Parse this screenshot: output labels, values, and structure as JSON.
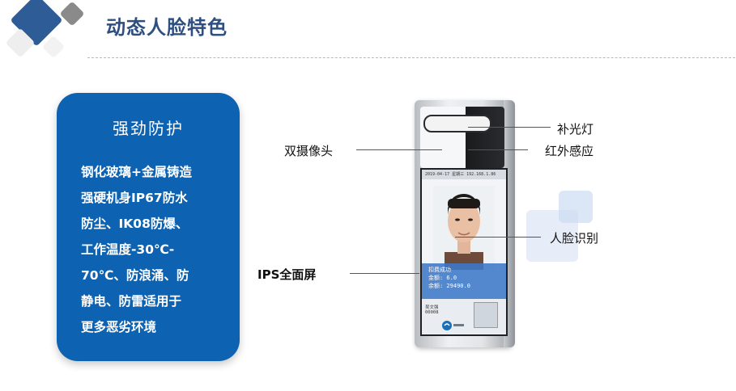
{
  "header": {
    "title": "动态人脸特色"
  },
  "feature_panel": {
    "title": "强劲防护",
    "lines": [
      "钢化玻璃+金属铸造",
      "强硬机身IP67防水",
      "防尘、IK08防爆、",
      "工作温度-30℃-",
      "70℃、防浪涌、防",
      "静电、防雷适用于",
      "更多恶劣环境"
    ]
  },
  "callouts": {
    "dual_camera": "双摄像头",
    "fill_light": "补光灯",
    "infrared": "红外感应",
    "face_recognition": "人脸识别",
    "ips_screen": "IPS全面屏"
  },
  "device_screen": {
    "status_bar": "2019-04-17 星期三    192.168.1.86",
    "pay_status": "扣费成功",
    "amount": "金额: 6.0",
    "balance": "余额: 29490.0",
    "user_name": "吴文强",
    "user_id": "00008"
  },
  "colors": {
    "title": "#2e4f7f",
    "panel": "#0d62b2",
    "deco_blue": "#2e5c96",
    "deco_gray": "#8a8a8a"
  }
}
